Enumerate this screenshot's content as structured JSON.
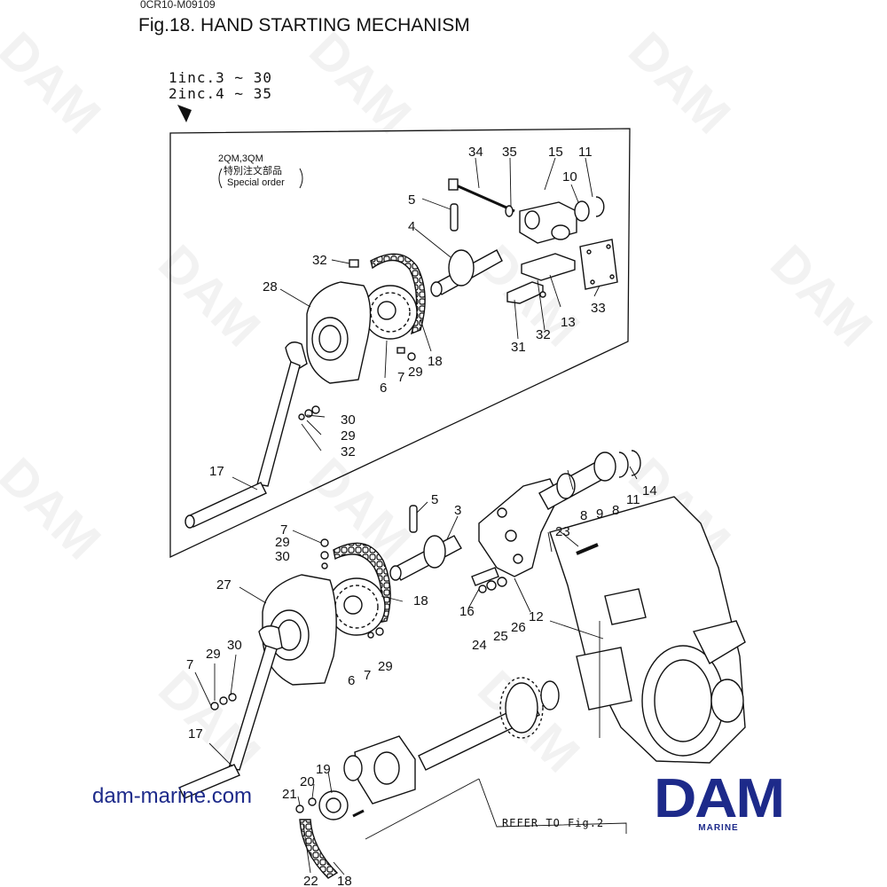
{
  "document": {
    "code": "0CR10-M09109",
    "title": "Fig.18.  HAND STARTING MECHANISM"
  },
  "applicability": {
    "line1": "1inc.3 ~ 30",
    "line2": "2inc.4 ~ 35"
  },
  "special_order_note": {
    "models": "2QM,3QM",
    "japanese": "特別注文部品",
    "english": "Special order"
  },
  "upper_labels": [
    "34",
    "35",
    "15",
    "11",
    "10",
    "5",
    "4",
    "32",
    "28",
    "18",
    "6",
    "7",
    "29",
    "13",
    "33",
    "31",
    "32",
    "30",
    "29",
    "32",
    "17"
  ],
  "lower_labels": [
    "5",
    "3",
    "7",
    "29",
    "30",
    "27",
    "18",
    "16",
    "24",
    "25",
    "26",
    "12",
    "8",
    "9",
    "8",
    "11",
    "14",
    "23",
    "6",
    "7",
    "29",
    "29",
    "30",
    "7",
    "17",
    "19",
    "20",
    "21",
    "22",
    "18"
  ],
  "reference": "REFER TO Fig.2",
  "website": "dam-marine.com",
  "logo": {
    "name": "DAM",
    "sub": "MARINE",
    "color": "#1d2a8a"
  },
  "watermark": "DAM"
}
